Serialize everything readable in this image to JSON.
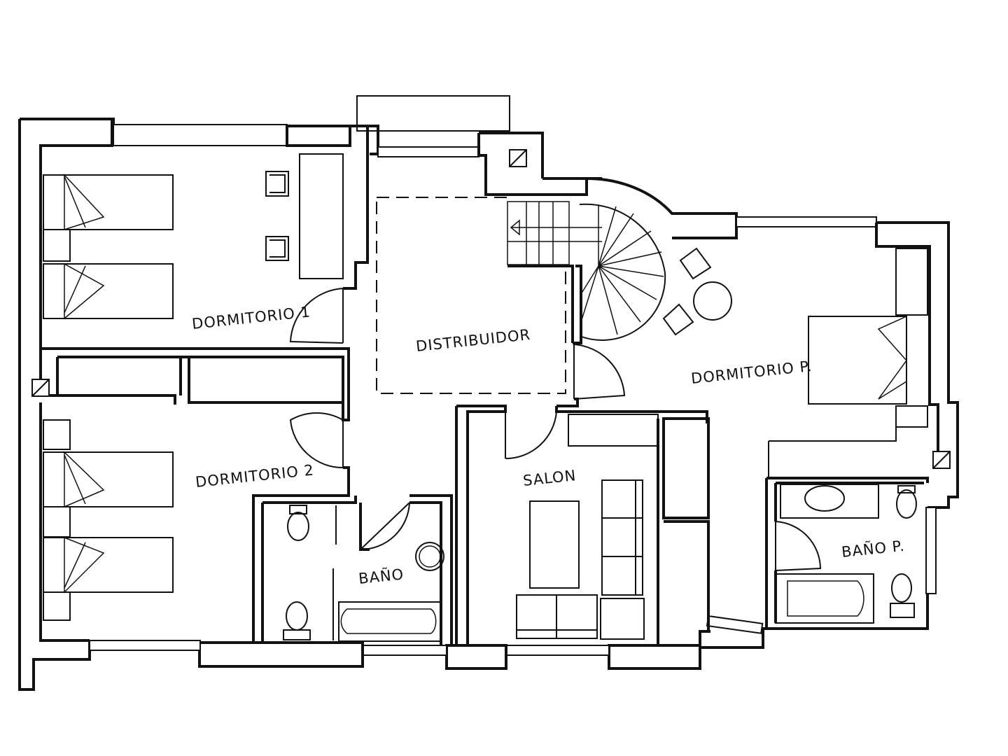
{
  "plan": {
    "rooms": {
      "dormitorio_1": "DORMITORIO 1",
      "dormitorio_2": "DORMITORIO 2",
      "distribuidor": "DISTRIBUIDOR",
      "dormitorio_p": "DORMITORIO P.",
      "salon": "SALON",
      "bano": "BAÑO",
      "bano_p": "BAÑO P."
    }
  }
}
